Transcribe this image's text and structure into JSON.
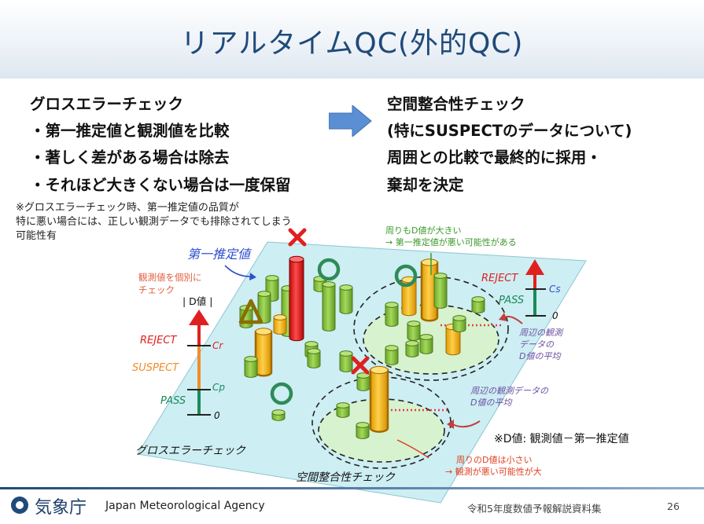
{
  "title": "リアルタイムQC(外的QC)",
  "left": {
    "heading": "グロスエラーチェック",
    "bullets": [
      "・第一推定値と観測値を比較",
      "・著しく差がある場合は除去",
      "・それほど大きくない場合は一度保留"
    ],
    "note": [
      "※グロスエラーチェック時、第一推定値の品質が",
      "特に悪い場合には、正しい観測データでも排除されてしまう",
      "可能性有"
    ]
  },
  "right": {
    "heading": "空間整合性チェック",
    "lines": [
      "(特にSUSPECTのデータについて)",
      "周囲との比較で最終的に採用・",
      "棄却を決定"
    ]
  },
  "diagram": {
    "first_guess": "第一推定値",
    "individual_check": [
      "観測値を個別に",
      "チェック"
    ],
    "d_value_axis": "| D値 |",
    "reject": "REJECT",
    "suspect": "SUSPECT",
    "pass": "PASS",
    "cr": "Cr",
    "cp": "Cp",
    "cs": "Cs",
    "zero": "0",
    "top_note": [
      "周りもD値が大きい",
      "→ 第一推定値が悪い可能性がある"
    ],
    "neighbor_avg_1": [
      "周辺の観測",
      "データの",
      "D値の平均"
    ],
    "neighbor_avg_2": [
      "周辺の観測データの",
      "D値の平均"
    ],
    "d_definition": "※D値: 観測値－第一推定値",
    "bottom_note": [
      "周りのD値は小さい",
      "→ 観測が悪い可能性が大"
    ],
    "gross_label": "グロスエラーチェック",
    "spatial_label": "空間整合性チェック",
    "colors": {
      "plane": "#cdeef3",
      "green_cyl": "#8cc63f",
      "orange_cyl": "#f7b500",
      "red_cyl": "#e02020",
      "reject_arrow": "#e02020",
      "suspect_bar": "#f28c28",
      "pass_bar": "#1b8a5a",
      "mark_x": "#e02020",
      "mark_o": "#2e8b57",
      "mark_triangle": "#8a6d00",
      "note_green": "#3a9a2a",
      "note_purple": "#6b4fa0",
      "note_red": "#e04020"
    }
  },
  "footer": {
    "agency_jp": "気象庁",
    "agency_en": "Japan Meteorological Agency",
    "doc": "令和5年度数値予報解説資料集",
    "page": "26"
  }
}
